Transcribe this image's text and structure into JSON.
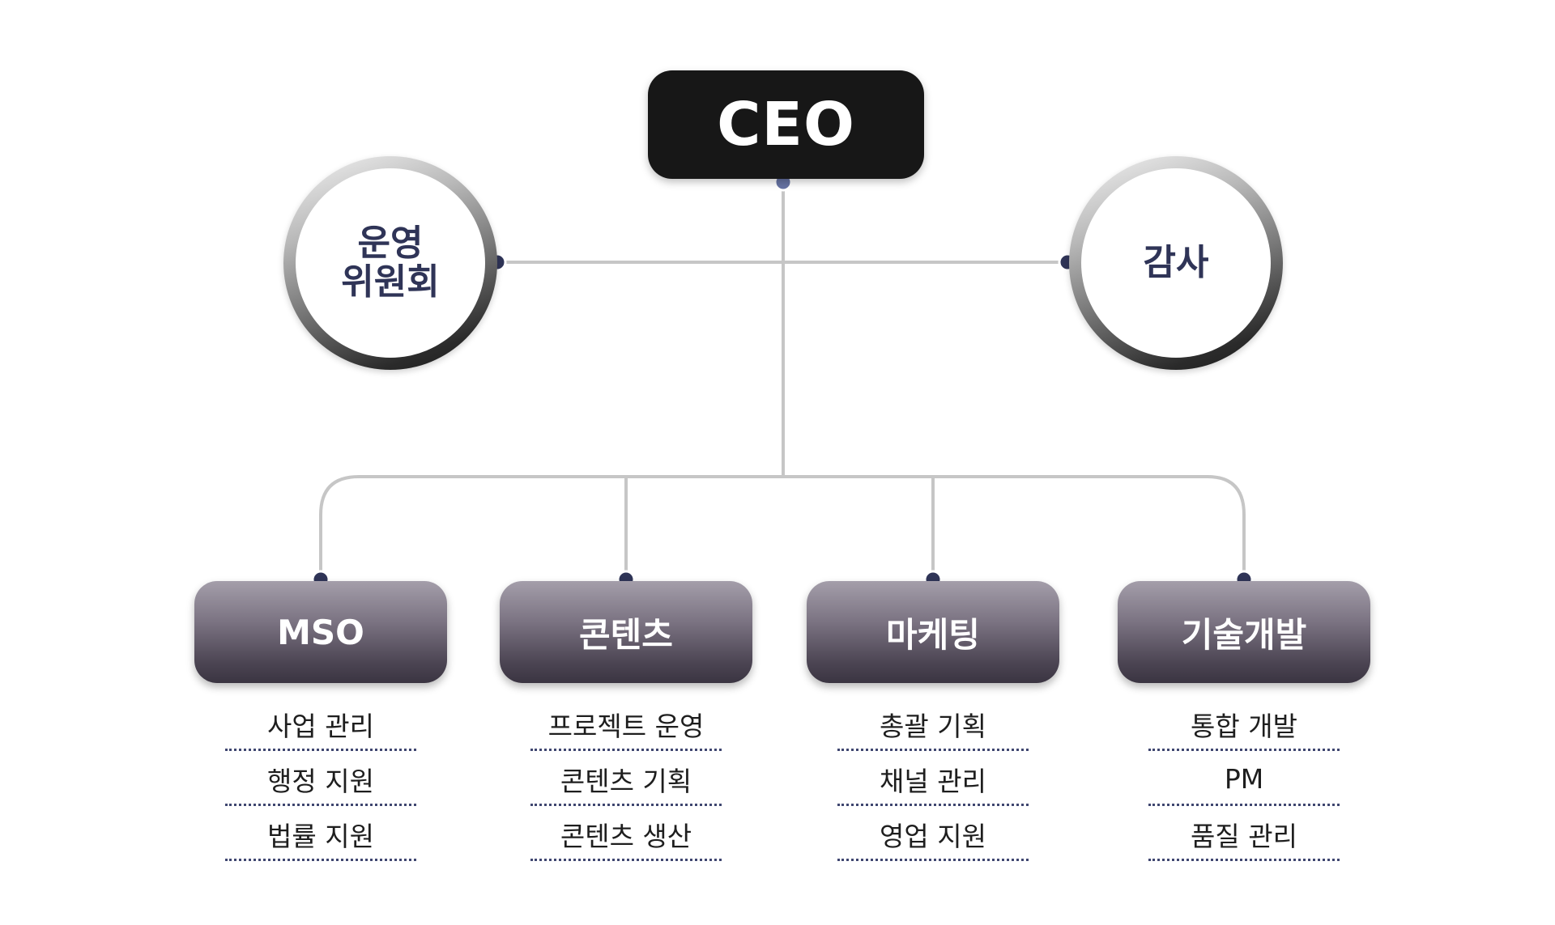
{
  "ceo": {
    "label": "CEO"
  },
  "side_units": {
    "left": {
      "lines": [
        "운영",
        "위원회"
      ]
    },
    "right": {
      "lines": [
        "감사"
      ]
    }
  },
  "departments": [
    {
      "label": "MSO",
      "items": [
        "사업 관리",
        "행정 지원",
        "법률 지원"
      ]
    },
    {
      "label": "콘텐츠",
      "items": [
        "프로젝트 운영",
        "콘텐츠 기획",
        "콘텐츠 생산"
      ]
    },
    {
      "label": "마케팅",
      "items": [
        "총괄 기획",
        "채널 관리",
        "영업 지원"
      ]
    },
    {
      "label": "기술개발",
      "items": [
        "통합 개발",
        "PM",
        "품질 관리"
      ]
    }
  ],
  "colors": {
    "ceo_bg": "#171717",
    "dept_gradient_top": "#a49eaa",
    "dept_gradient_bottom": "#3a3441",
    "connector_line": "#c6c6c6",
    "node_dot": "#2f3457",
    "ceo_dot": "#6673a3",
    "ring_text": "#2f3457",
    "divider": "#3f4670"
  }
}
